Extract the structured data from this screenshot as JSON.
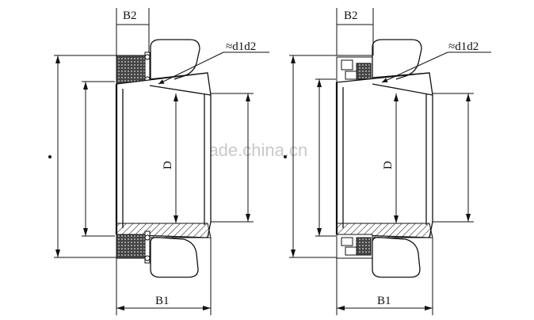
{
  "watermark": "trade.china.cn",
  "drawings": [
    {
      "label_top": "B2",
      "label_bottom": "B1",
      "label_callout": "≈d1d2",
      "label_inner_dim": "D"
    },
    {
      "label_top": "B2",
      "label_bottom": "B1",
      "label_callout": "≈d1d2",
      "label_inner_dim": "D"
    }
  ]
}
